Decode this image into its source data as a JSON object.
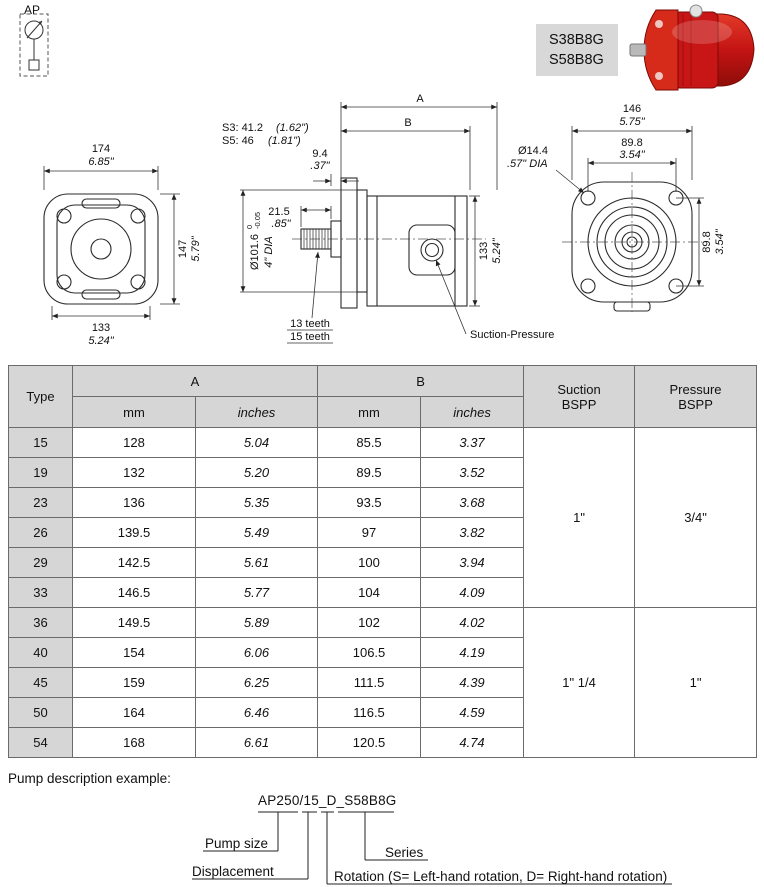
{
  "header": {
    "symbol_label": "AP",
    "model_1": "S38B8G",
    "model_2": "S58B8G"
  },
  "drawings": {
    "front": {
      "w_mm": "174",
      "w_in": "6.85\"",
      "h_mm": "147",
      "h_in": "5.79\"",
      "b_mm": "133",
      "b_in": "5.24\""
    },
    "side": {
      "dim_a": "A",
      "dim_b": "B",
      "s3_label": "S3: 41.2",
      "s3_in": "(1.62\")",
      "s5_label": "S5: 46",
      "s5_in": "(1.81\")",
      "p_mm": "9.4",
      "p_in": ".37\"",
      "d1_mm": "21.5",
      "d1_in": ".85\"",
      "shaft_dia": "Ø101.6",
      "shaft_tol_hi": "0",
      "shaft_tol_lo": "-0.05",
      "shaft_dia_in": "4\" DIA",
      "h_mm": "133",
      "h_in": "5.24\"",
      "teeth_1": "13 teeth",
      "teeth_2": "15 teeth",
      "port_label": "Suction-Pressure"
    },
    "rear": {
      "w_mm": "146",
      "w_in": "5.75\"",
      "bc_mm": "89.8",
      "bc_in": "3.54\"",
      "hole_mm": "Ø14.4",
      "hole_in": ".57\" DIA",
      "bcv_mm": "89.8",
      "bcv_in": "3.54\""
    }
  },
  "table": {
    "col_type": "Type",
    "col_a": "A",
    "col_b": "B",
    "col_mm": "mm",
    "col_inches": "inches",
    "col_suction": "Suction\nBSPP",
    "col_pressure": "Pressure\nBSPP",
    "rows": [
      {
        "type": "15",
        "a_mm": "128",
        "a_in": "5.04",
        "b_mm": "85.5",
        "b_in": "3.37"
      },
      {
        "type": "19",
        "a_mm": "132",
        "a_in": "5.20",
        "b_mm": "89.5",
        "b_in": "3.52"
      },
      {
        "type": "23",
        "a_mm": "136",
        "a_in": "5.35",
        "b_mm": "93.5",
        "b_in": "3.68"
      },
      {
        "type": "26",
        "a_mm": "139.5",
        "a_in": "5.49",
        "b_mm": "97",
        "b_in": "3.82"
      },
      {
        "type": "29",
        "a_mm": "142.5",
        "a_in": "5.61",
        "b_mm": "100",
        "b_in": "3.94"
      },
      {
        "type": "33",
        "a_mm": "146.5",
        "a_in": "5.77",
        "b_mm": "104",
        "b_in": "4.09"
      },
      {
        "type": "36",
        "a_mm": "149.5",
        "a_in": "5.89",
        "b_mm": "102",
        "b_in": "4.02"
      },
      {
        "type": "40",
        "a_mm": "154",
        "a_in": "6.06",
        "b_mm": "106.5",
        "b_in": "4.19"
      },
      {
        "type": "45",
        "a_mm": "159",
        "a_in": "6.25",
        "b_mm": "111.5",
        "b_in": "4.39"
      },
      {
        "type": "50",
        "a_mm": "164",
        "a_in": "6.46",
        "b_mm": "116.5",
        "b_in": "4.59"
      },
      {
        "type": "54",
        "a_mm": "168",
        "a_in": "6.61",
        "b_mm": "120.5",
        "b_in": "4.74"
      }
    ],
    "groups": [
      {
        "suction": "1\"",
        "pressure": "3/4\""
      },
      {
        "suction": "1\" 1/4",
        "pressure": "1\""
      }
    ]
  },
  "example": {
    "title": "Pump description example:",
    "code": "AP250/15_D_S58B8G",
    "pump_size": "Pump size",
    "displacement": "Displacement",
    "series": "Series",
    "rotation": "Rotation (S= Left-hand rotation, D= Right-hand rotation)"
  }
}
